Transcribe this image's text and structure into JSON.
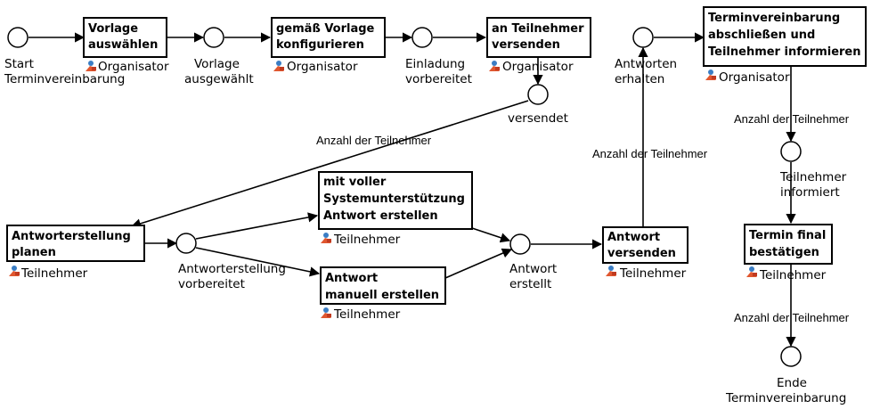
{
  "places": {
    "start": [
      "Start",
      "Terminvereinbarung"
    ],
    "p1": [
      "Vorlage",
      "ausgewählt"
    ],
    "p2": [
      "Einladung",
      "vorbereitet"
    ],
    "p3": [
      "versendet"
    ],
    "p4": [
      "Antworten",
      "erhalten"
    ],
    "p5": [
      "Antworterstellung",
      "vorbereitet"
    ],
    "p6": [
      "Antwort",
      "erstellt"
    ],
    "p7": [
      "Teilnehmer",
      "informiert"
    ],
    "end": [
      "Ende",
      "Terminvereinbarung"
    ]
  },
  "tasks": {
    "t1": {
      "lines": [
        "Vorlage",
        "auswählen"
      ],
      "role": "Organisator"
    },
    "t2": {
      "lines": [
        "gemäß Vorlage",
        "konfigurieren"
      ],
      "role": "Organisator"
    },
    "t3": {
      "lines": [
        "an Teilnehmer",
        "versenden"
      ],
      "role": "Organisator"
    },
    "t4": {
      "lines": [
        "Terminvereinbarung",
        "abschließen und",
        "Teilnehmer informieren"
      ],
      "role": "Organisator"
    },
    "t5": {
      "lines": [
        "Antworterstellung",
        "planen"
      ],
      "role": "Teilnehmer"
    },
    "t6": {
      "lines": [
        "mit voller",
        "Systemunterstützung",
        "Antwort erstellen"
      ],
      "role": "Teilnehmer"
    },
    "t7": {
      "lines": [
        "Antwort",
        "manuell erstellen"
      ],
      "role": "Teilnehmer"
    },
    "t8": {
      "lines": [
        "Antwort",
        "versenden"
      ],
      "role": "Teilnehmer"
    },
    "t9": {
      "lines": [
        "Termin final",
        "bestätigen"
      ],
      "role": "Teilnehmer"
    }
  },
  "arc_labels": {
    "a1": "Anzahl der Teilnehmer",
    "a2": "Anzahl der Teilnehmer",
    "a3": "Anzahl der Teilnehmer",
    "a4": "Anzahl der Teilnehmer"
  },
  "colors": {
    "role_icon": "#e0572f",
    "role_icon_head": "#3a7dc4"
  },
  "icons": {
    "role": "person-icon"
  }
}
